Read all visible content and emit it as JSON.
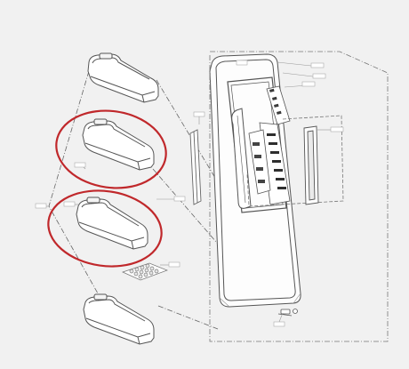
{
  "diagram": {
    "colors": {
      "background": "#f1f1f1",
      "line": "#555555",
      "light_line": "#8a8a8a",
      "highlight": "#c0282b"
    },
    "parts": [
      {
        "id": "top-door-bin",
        "label": ""
      },
      {
        "id": "second-door-bin",
        "label": "",
        "highlighted": true
      },
      {
        "id": "third-door-bin",
        "label": "",
        "highlighted": true
      },
      {
        "id": "bottom-door-bin",
        "label": ""
      },
      {
        "id": "egg-tray",
        "label": ""
      },
      {
        "id": "door-gasket",
        "label": ""
      },
      {
        "id": "door-assembly",
        "label": ""
      },
      {
        "id": "dispenser-panel",
        "label": ""
      },
      {
        "id": "door-handle",
        "label": ""
      },
      {
        "id": "door-trim-strip",
        "label": ""
      },
      {
        "id": "door-hinge",
        "label": ""
      }
    ]
  }
}
